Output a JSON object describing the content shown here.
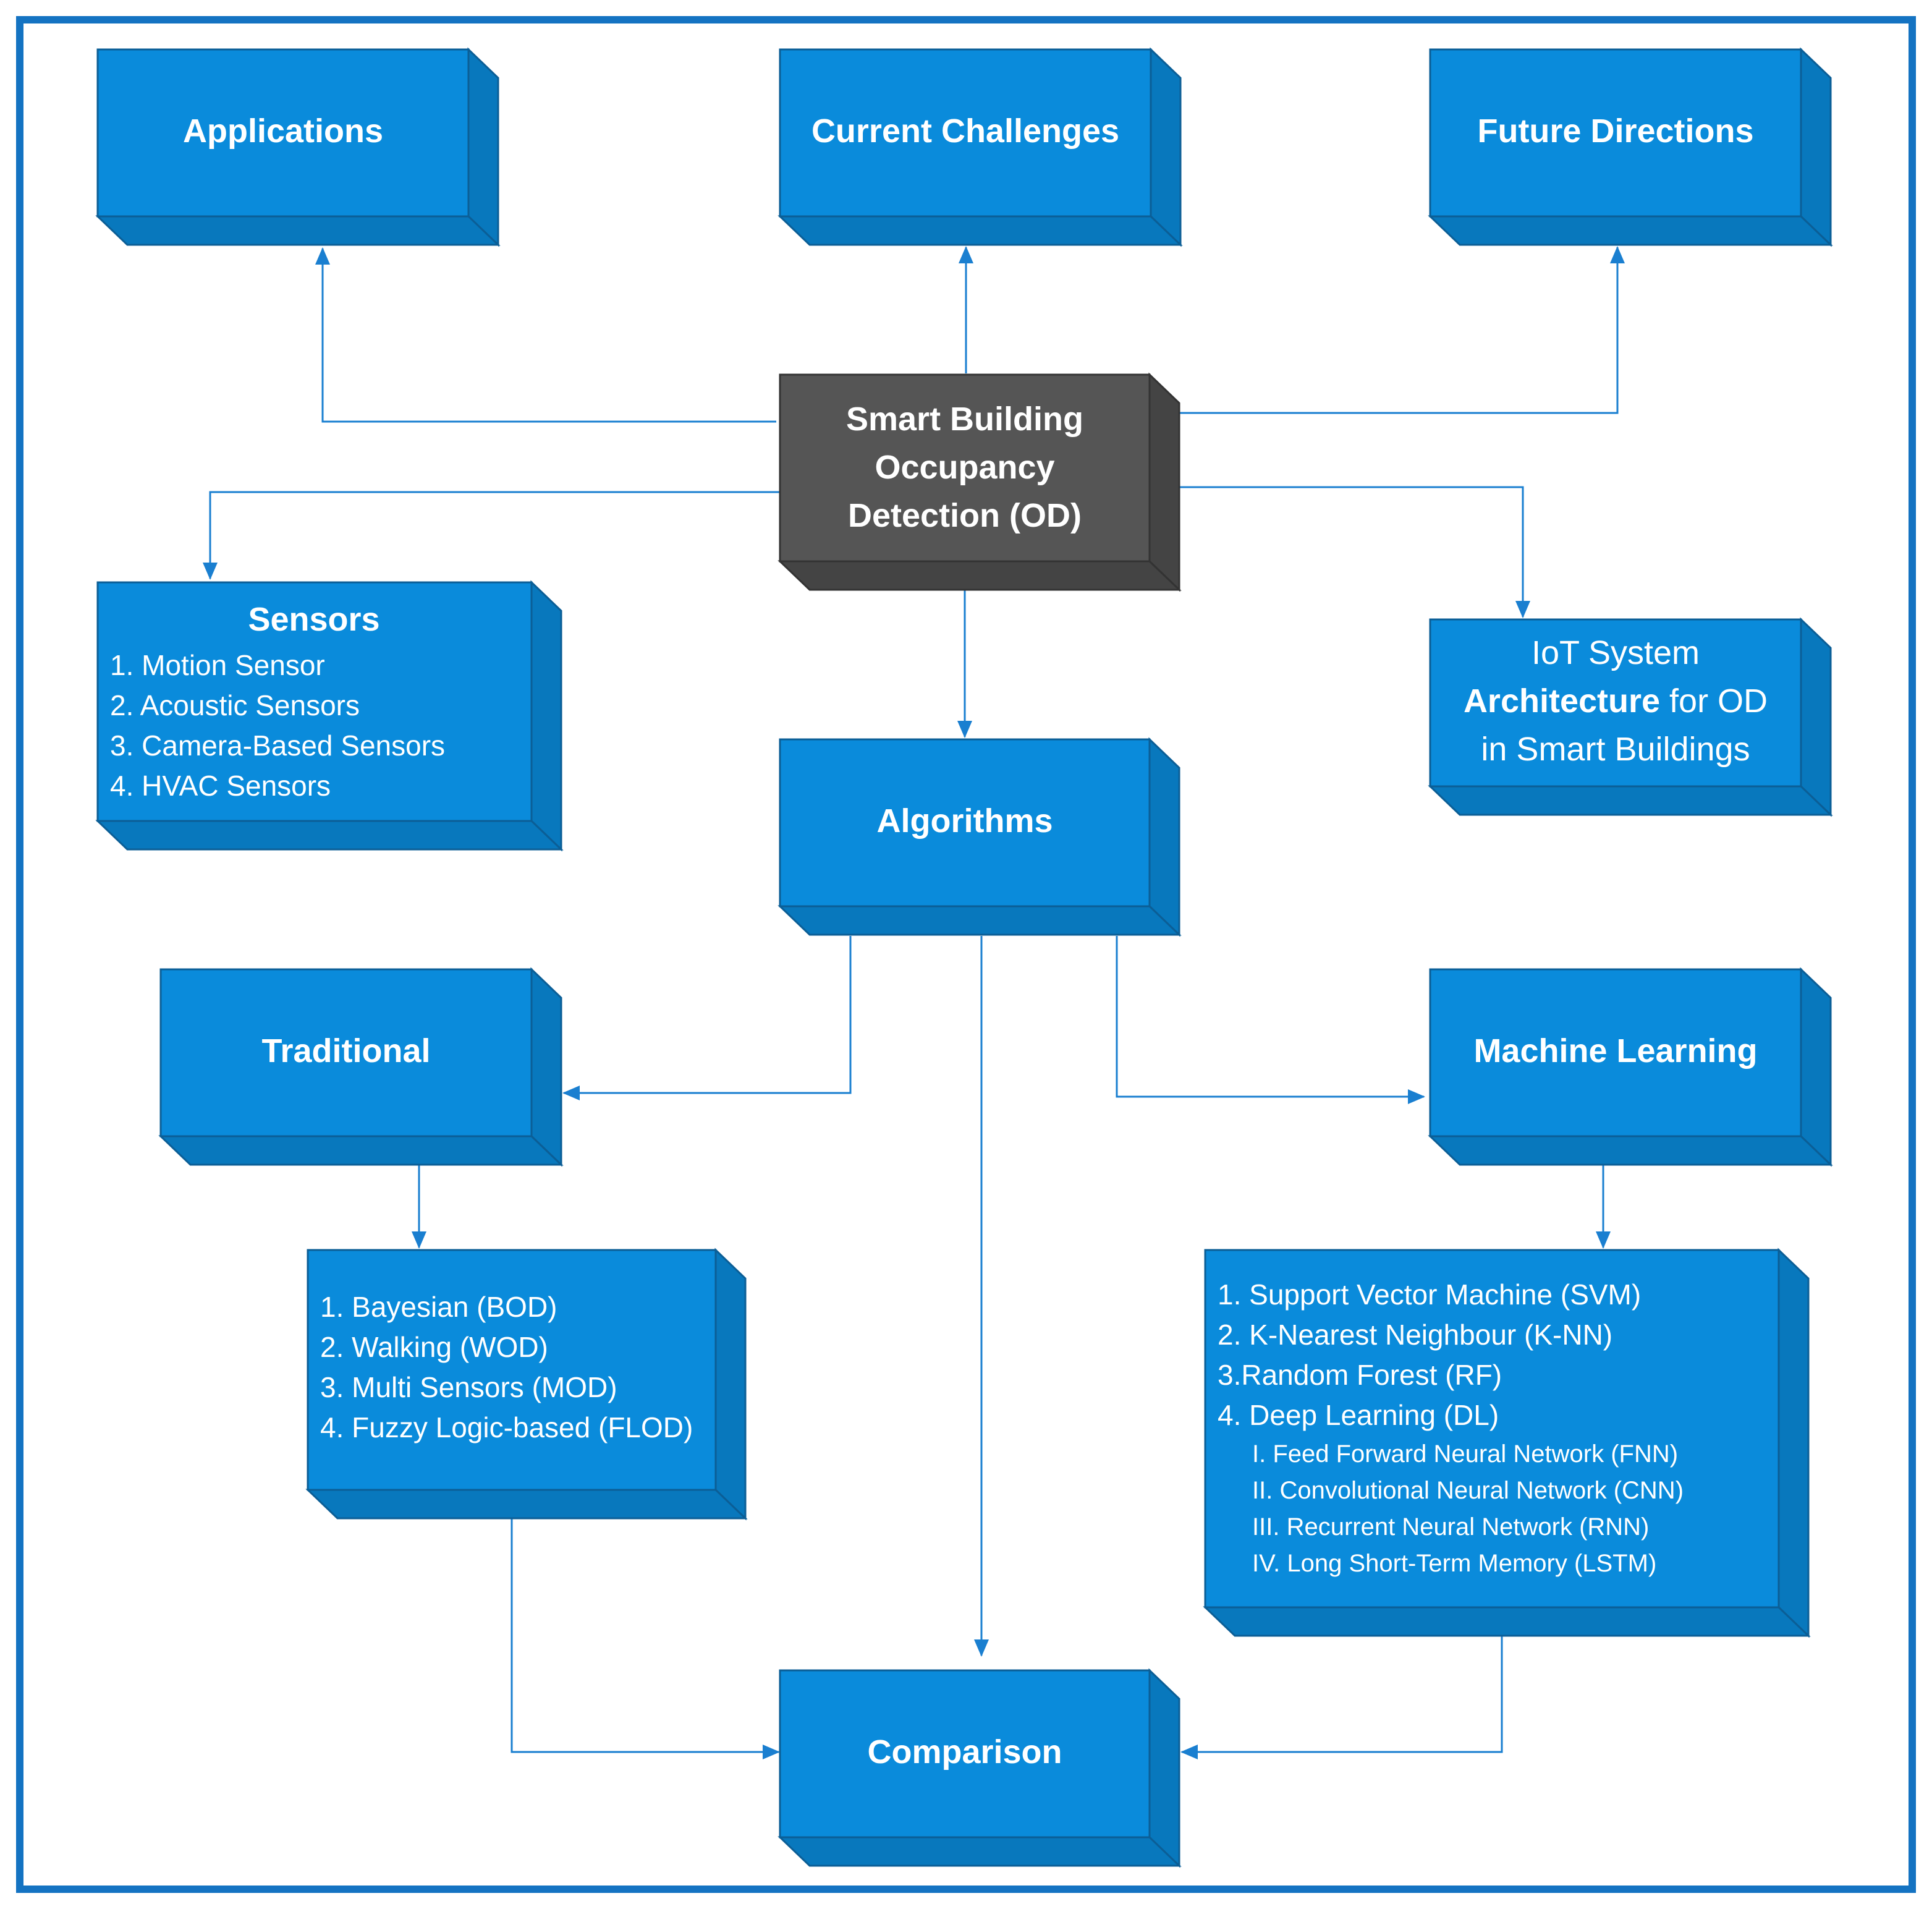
{
  "colors": {
    "box_front": "#0a8bdb",
    "box_side": "#0878bd",
    "box_edge": "#0b5e96",
    "center_front": "#555555",
    "center_side": "#444444",
    "connector": "#1a7fd0",
    "frame": "#1473c2"
  },
  "nodes": {
    "applications": {
      "title": "Applications"
    },
    "current_challenges": {
      "title": "Current Challenges"
    },
    "future_directions": {
      "title": "Future Directions"
    },
    "center": {
      "line1": "Smart Building",
      "line2": "Occupancy",
      "line3": "Detection (OD)"
    },
    "sensors": {
      "title": "Sensors",
      "items": [
        "1. Motion Sensor",
        "2. Acoustic Sensors",
        "3. Camera-Based Sensors",
        "4. HVAC Sensors"
      ]
    },
    "iot": {
      "line1": "IoT System",
      "line2_bold": "Architecture",
      "line2_rest": " for OD",
      "line3": "in Smart Buildings"
    },
    "algorithms": {
      "title": "Algorithms"
    },
    "traditional": {
      "title": "Traditional"
    },
    "machine_learning": {
      "title": "Machine Learning"
    },
    "traditional_list": {
      "items": [
        "1. Bayesian (BOD)",
        "2. Walking (WOD)",
        "3. Multi Sensors (MOD)",
        "4. Fuzzy Logic-based (FLOD)"
      ]
    },
    "ml_list": {
      "items": [
        "1. Support Vector Machine (SVM)",
        "2. K-Nearest Neighbour (K-NN)",
        "3.Random Forest (RF)",
        "4. Deep Learning (DL)"
      ],
      "subitems": [
        "I. Feed Forward Neural Network (FNN)",
        "II. Convolutional Neural Network (CNN)",
        "III. Recurrent Neural Network (RNN)",
        "IV. Long Short-Term Memory (LSTM)"
      ]
    },
    "comparison": {
      "title": "Comparison"
    }
  }
}
